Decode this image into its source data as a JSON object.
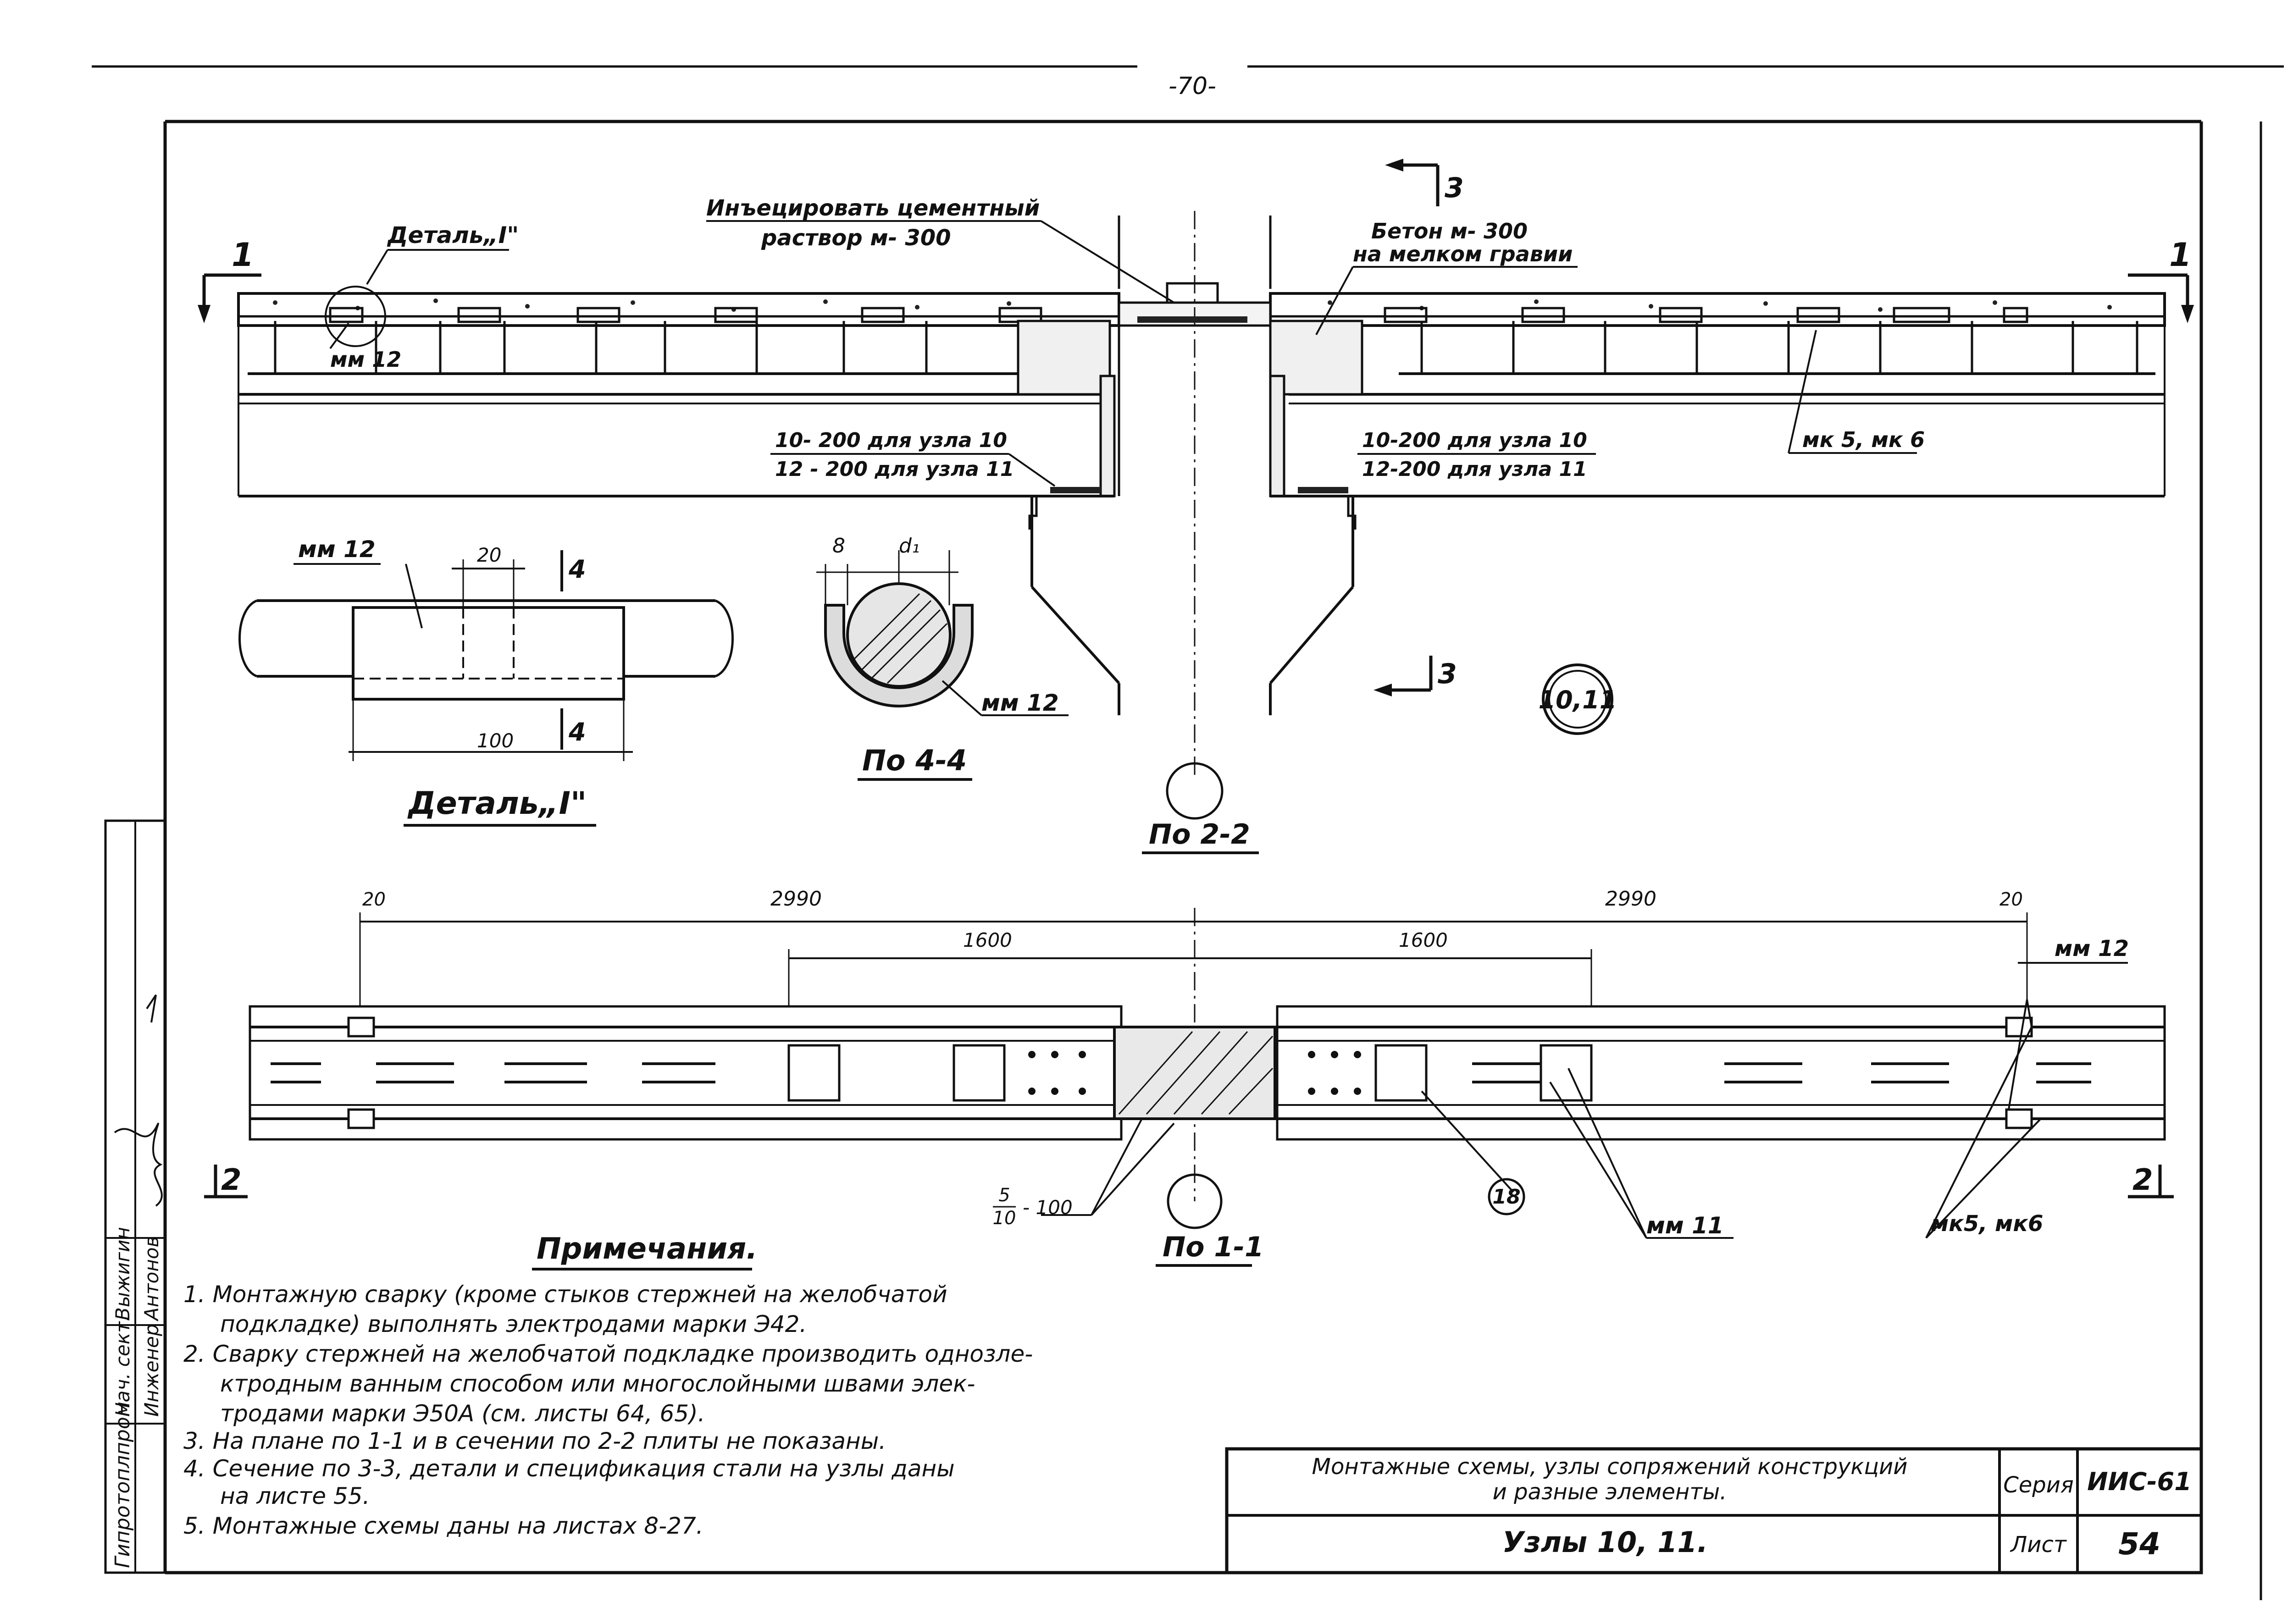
{
  "page_number": "-70-",
  "section_marks": {
    "s1_left": "1",
    "s1_right": "1",
    "s2_left": "2",
    "s2_right": "2",
    "s3_top": "3",
    "s3_bottom": "3",
    "s4_top": "4",
    "s4_bottom": "4"
  },
  "labels": {
    "detail_I_callout": "Деталь„I\"",
    "inject_mortar_1": "Инъецировать цементный",
    "inject_mortar_2": "раствор м- 300",
    "concrete_1": "Бетон м- 300",
    "concrete_2": "на мелком гравии",
    "mm12_left": "мм 12",
    "mk_top": "мк 5, мк 6",
    "weld_left_1": "10- 200  для узла 10",
    "weld_left_2": "12 - 200  для узла 11",
    "weld_right_1": "10-200  для узла 10",
    "weld_right_2": "12-200  для узла 11",
    "detail_mm12": "мм 12",
    "detail_dim_20": "20",
    "detail_dim_100": "100",
    "detail_title": "Деталь„I\"",
    "sec44_dim_8": "8",
    "sec44_dim_d1": "d₁",
    "sec44_mm12": "мм 12",
    "sec44_title": "По 4-4",
    "sec22_title": "По 2-2",
    "node_badge": "10,11",
    "plan_dim_20_left": "20",
    "plan_dim_2990_left": "2990",
    "plan_dim_2990_right": "2990",
    "plan_dim_20_right": "20",
    "plan_dim_1600_left": "1600",
    "plan_dim_1600_right": "1600",
    "plan_mm12": "мм 12",
    "plan_weld_num": "5",
    "plan_weld_den": "10",
    "plan_weld_len": "- 100",
    "plan_pos18": "18",
    "plan_mm11": "мм 11",
    "plan_mk": "мк5, мк6",
    "sec11_title": "По 1-1"
  },
  "notes": {
    "title": "Примечания.",
    "items": [
      "1. Монтажную сварку (кроме стыков стержней на желобчатой",
      "подкладке) выполнять электродами марки Э42.",
      "2. Сварку стержней на желобчатой подкладке производить однозле-",
      "ктродным ванным способом или многослойными швами элек-",
      "тродами марки Э50А (см. листы 64, 65).",
      "3. На плане по 1-1 и в сечении по 2-2 плиты не показаны.",
      "4. Сечение по 3-3, детали и спецификация стали на узлы даны",
      "на листе 55.",
      "5. Монтажные схемы даны на листах 8-27."
    ]
  },
  "title_block": {
    "description_1": "Монтажные схемы, узлы сопряжений конструкций",
    "description_2": "и разные элементы.",
    "sheet_title": "Узлы 10, 11.",
    "series_label": "Серия",
    "series_value": "ИИС-61",
    "sheet_label": "Лист",
    "sheet_value": "54"
  },
  "stamp": {
    "org": "Гипротоплпром",
    "role_1": "Нач. сект.",
    "name_1": "Выжигин",
    "role_2": "Инженер",
    "name_2": "Антонов"
  }
}
